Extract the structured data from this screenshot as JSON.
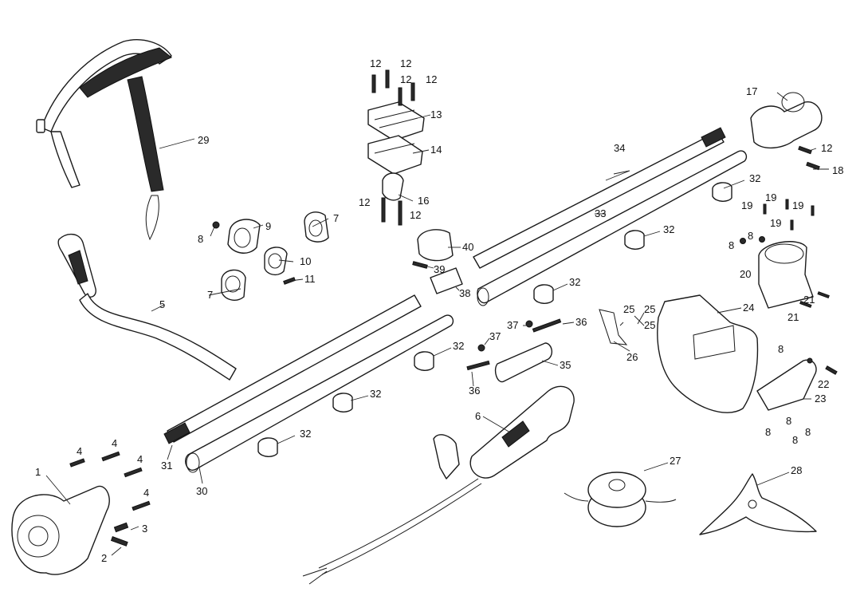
{
  "diagram": {
    "kind": "exploded-parts",
    "labels": [
      {
        "id": "l1",
        "text": "1"
      },
      {
        "id": "l2",
        "text": "2"
      },
      {
        "id": "l3",
        "text": "3"
      },
      {
        "id": "l4a",
        "text": "4"
      },
      {
        "id": "l4b",
        "text": "4"
      },
      {
        "id": "l4c",
        "text": "4"
      },
      {
        "id": "l4d",
        "text": "4"
      },
      {
        "id": "l5",
        "text": "5"
      },
      {
        "id": "l6",
        "text": "6"
      },
      {
        "id": "l7a",
        "text": "7"
      },
      {
        "id": "l7b",
        "text": "7"
      },
      {
        "id": "l8a",
        "text": "8"
      },
      {
        "id": "l8b",
        "text": "8"
      },
      {
        "id": "l8c",
        "text": "8"
      },
      {
        "id": "l8d",
        "text": "8"
      },
      {
        "id": "l8e",
        "text": "8"
      },
      {
        "id": "l8f",
        "text": "8"
      },
      {
        "id": "l8g",
        "text": "8"
      },
      {
        "id": "l8h",
        "text": "8"
      },
      {
        "id": "l9",
        "text": "9"
      },
      {
        "id": "l10",
        "text": "10"
      },
      {
        "id": "l11",
        "text": "11"
      },
      {
        "id": "l12a",
        "text": "12"
      },
      {
        "id": "l12b",
        "text": "12"
      },
      {
        "id": "l12c",
        "text": "12"
      },
      {
        "id": "l12d",
        "text": "12"
      },
      {
        "id": "l12e",
        "text": "12"
      },
      {
        "id": "l12f",
        "text": "12"
      },
      {
        "id": "l12g",
        "text": "12"
      },
      {
        "id": "l13",
        "text": "13"
      },
      {
        "id": "l14",
        "text": "14"
      },
      {
        "id": "l16",
        "text": "16"
      },
      {
        "id": "l17",
        "text": "17"
      },
      {
        "id": "l18",
        "text": "18"
      },
      {
        "id": "l19a",
        "text": "19"
      },
      {
        "id": "l19b",
        "text": "19"
      },
      {
        "id": "l19c",
        "text": "19"
      },
      {
        "id": "l19d",
        "text": "19"
      },
      {
        "id": "l20",
        "text": "20"
      },
      {
        "id": "l21a",
        "text": "21"
      },
      {
        "id": "l21b",
        "text": "21"
      },
      {
        "id": "l22",
        "text": "22"
      },
      {
        "id": "l23",
        "text": "23"
      },
      {
        "id": "l24",
        "text": "24"
      },
      {
        "id": "l25a",
        "text": "25"
      },
      {
        "id": "l25b",
        "text": "25"
      },
      {
        "id": "l25c",
        "text": "25"
      },
      {
        "id": "l26",
        "text": "26"
      },
      {
        "id": "l27",
        "text": "27"
      },
      {
        "id": "l28",
        "text": "28"
      },
      {
        "id": "l29",
        "text": "29"
      },
      {
        "id": "l30",
        "text": "30"
      },
      {
        "id": "l31",
        "text": "31"
      },
      {
        "id": "l32a",
        "text": "32"
      },
      {
        "id": "l32b",
        "text": "32"
      },
      {
        "id": "l32c",
        "text": "32"
      },
      {
        "id": "l32d",
        "text": "32"
      },
      {
        "id": "l32e",
        "text": "32"
      },
      {
        "id": "l32f",
        "text": "32"
      },
      {
        "id": "l33",
        "text": "33"
      },
      {
        "id": "l34",
        "text": "34"
      },
      {
        "id": "l35",
        "text": "35"
      },
      {
        "id": "l36a",
        "text": "36"
      },
      {
        "id": "l36b",
        "text": "36"
      },
      {
        "id": "l37a",
        "text": "37"
      },
      {
        "id": "l37b",
        "text": "37"
      },
      {
        "id": "l38",
        "text": "38"
      },
      {
        "id": "l39",
        "text": "39"
      },
      {
        "id": "l40",
        "text": "40"
      }
    ]
  }
}
